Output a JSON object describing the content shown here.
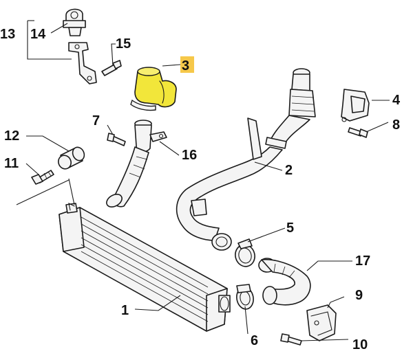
{
  "highlight_color": "#f6c84a",
  "highlighted_part_color": "#f2e63a",
  "callouts": {
    "c1": "1",
    "c2": "2",
    "c3": "3",
    "c4": "4",
    "c5": "5",
    "c6": "6",
    "c7": "7",
    "c8": "8",
    "c9": "9",
    "c10": "10",
    "c11": "11",
    "c12": "12",
    "c13": "13",
    "c14": "14",
    "c15": "15",
    "c16": "16",
    "c17": "17"
  }
}
